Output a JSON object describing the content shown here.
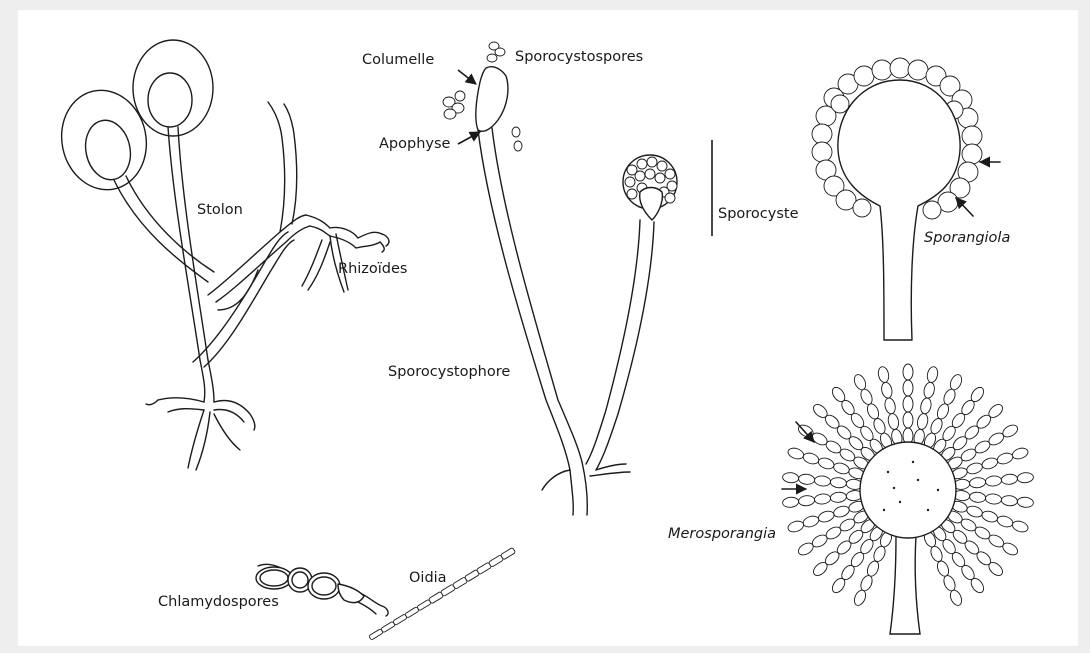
{
  "labels": {
    "stolon": "Stolon",
    "rhizoides": "Rhizoïdes",
    "columelle": "Columelle",
    "sporocystospores": "Sporocystospores",
    "apophyse": "Apophyse",
    "sporocyste": "Sporocyste",
    "sporocystophore": "Sporocystophore",
    "sporangiola": "Sporangiola",
    "merosporangia": "Merosporangia",
    "chlamydospores": "Chlamydospores",
    "oidia": "Oidia"
  },
  "colors": {
    "page_background": "#eeeeee",
    "panel_background": "#ffffff",
    "ink": "#1c1c1c"
  }
}
